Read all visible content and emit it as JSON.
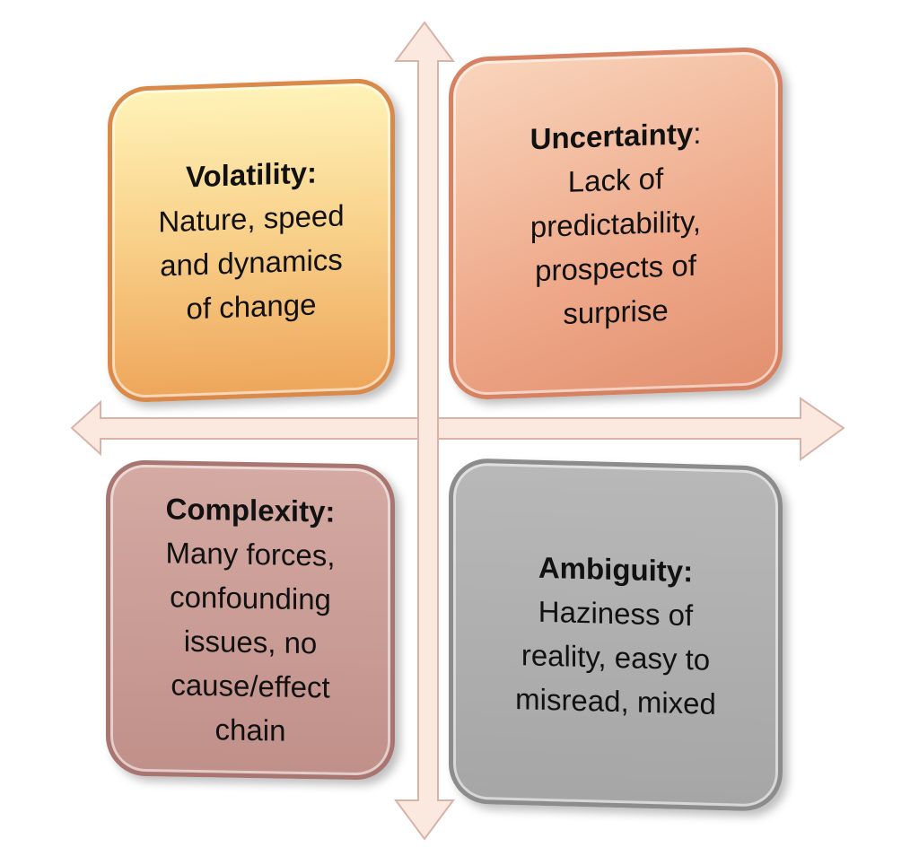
{
  "quadrants": [
    {
      "id": "volatility",
      "title": "Volatility:",
      "lines": [
        "Nature, speed",
        "and dynamics",
        "of change"
      ],
      "color": "#f5c27a"
    },
    {
      "id": "uncertainty",
      "title": "Uncertainty",
      "title_suffix": ":",
      "lines": [
        "Lack of",
        "predictability,",
        "prospects of",
        "surprise"
      ],
      "color": "#eea889"
    },
    {
      "id": "complexity",
      "title": "Complexity:",
      "lines": [
        "Many forces,",
        "confounding",
        "issues, no",
        "cause/effect",
        "chain"
      ],
      "color": "#c99c95"
    },
    {
      "id": "ambiguity",
      "title": "Ambiguity:",
      "lines": [
        "Haziness of",
        "reality, easy to",
        "misread, mixed"
      ],
      "color": "#b0b0b0"
    }
  ],
  "arrow_color": "#fbe6dd",
  "arrow_stroke": "#d9b3a8"
}
